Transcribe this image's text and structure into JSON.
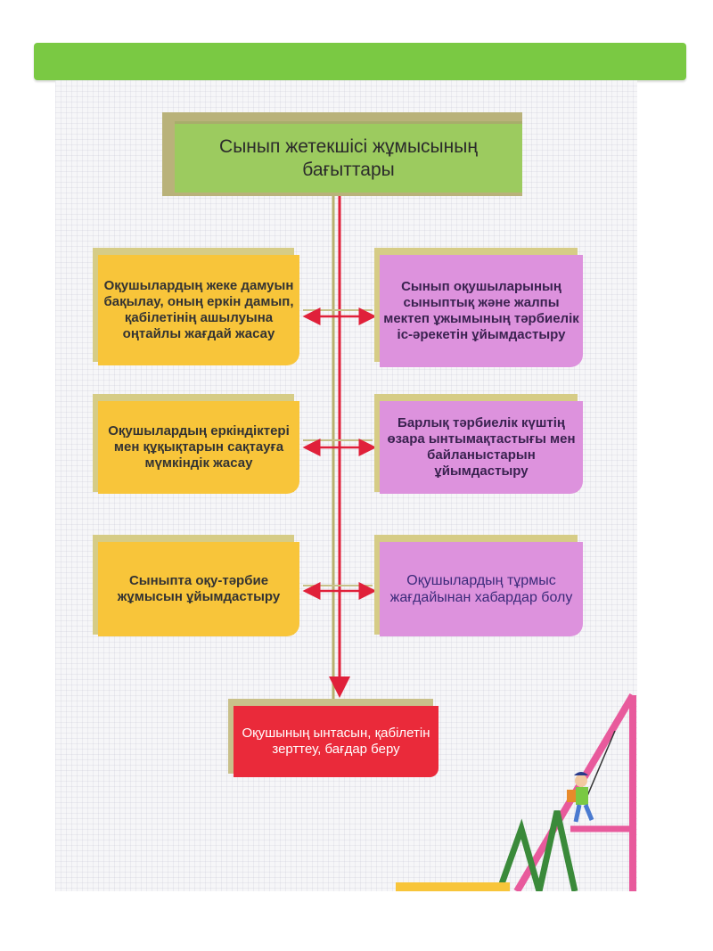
{
  "diagram": {
    "title": "Сынып жетекшісі жұмысының бағыттары",
    "left_boxes": [
      "Оқушылардың жеке дамуын бақылау, оның еркін дамып, қабілетінің ашылуына оңтайлы жағдай жасау",
      "Оқушылардың еркіндіктері мен құқықтарын сақтауға мүмкіндік жасау",
      "Сыныпта оқу-тәрбие жұмысын  ұйымдастыру"
    ],
    "right_boxes": [
      "Сынып оқушыларының сыныптық және жалпы мектеп ұжымының тәрбиелік іс-әрекетін ұйымдастыру",
      "Барлық тәрбиелік күштің өзара ынтымақтастығы мен байланыстарын ұйымдастыру",
      "Оқушылардың тұрмыс жағдайынан хабардар болу"
    ],
    "bottom_box": "Оқушының ынтасын, қабілетін зерттеу, бағдар беру"
  },
  "colors": {
    "bar_green": "#7ac943",
    "title_green": "#9ccb5f",
    "yellow": "#f8c53a",
    "pink": "#dd92dd",
    "red": "#ea2a3a",
    "arrow_red": "#e0203a"
  }
}
